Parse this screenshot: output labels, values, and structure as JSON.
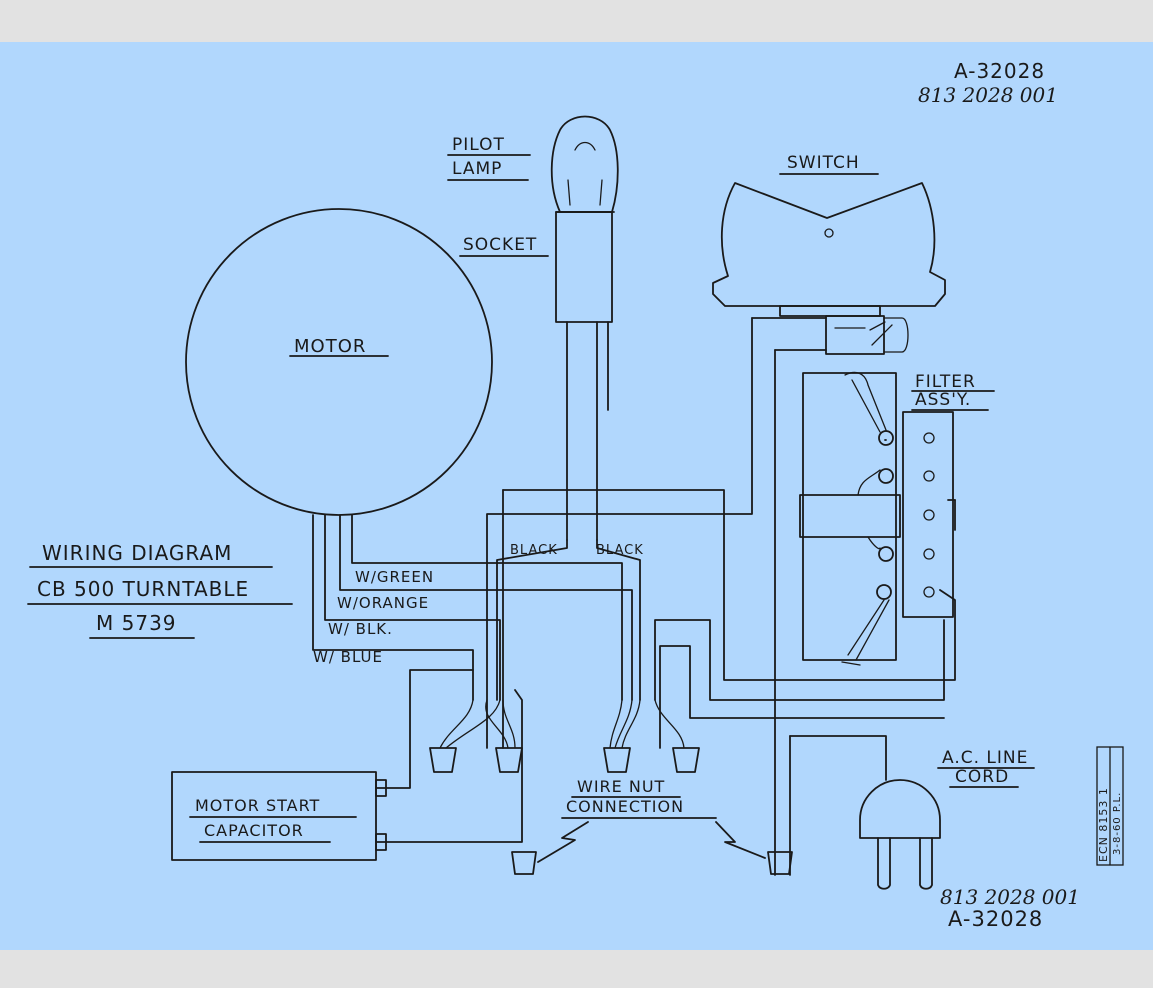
{
  "doc": {
    "number_top": "A-32028",
    "ref_top": "813 2028 001",
    "number_bottom": "A-32028",
    "ref_bottom": "813 2028 001"
  },
  "title": {
    "line1": "WIRING DIAGRAM",
    "line2": "CB 500 TURNTABLE",
    "line3": "M 5739"
  },
  "labels": {
    "pilot": "PILOT",
    "lamp": "LAMP",
    "socket": "SOCKET",
    "switch": "SWITCH",
    "motor": "MOTOR",
    "filter1": "FILTER",
    "filter2": "ASS'Y.",
    "black1": "BLACK",
    "black2": "BLACK",
    "w_green": "W/GREEN",
    "w_orange": "W/ORANGE",
    "w_blk": "W/ BLK.",
    "w_blue": "W/ BLUE",
    "cap1": "MOTOR  START",
    "cap2": "CAPACITOR",
    "nut1": "WIRE  NUT",
    "nut2": "CONNECTION",
    "ac1": "A.C. LINE",
    "ac2": "CORD"
  },
  "ecn": {
    "line1": "ECN 8153  1",
    "line2": "3-8-60 P.L."
  },
  "colors": {
    "paper": "#b1d7fd",
    "background": "#e2e2e2",
    "ink": "#1a1a1a"
  }
}
